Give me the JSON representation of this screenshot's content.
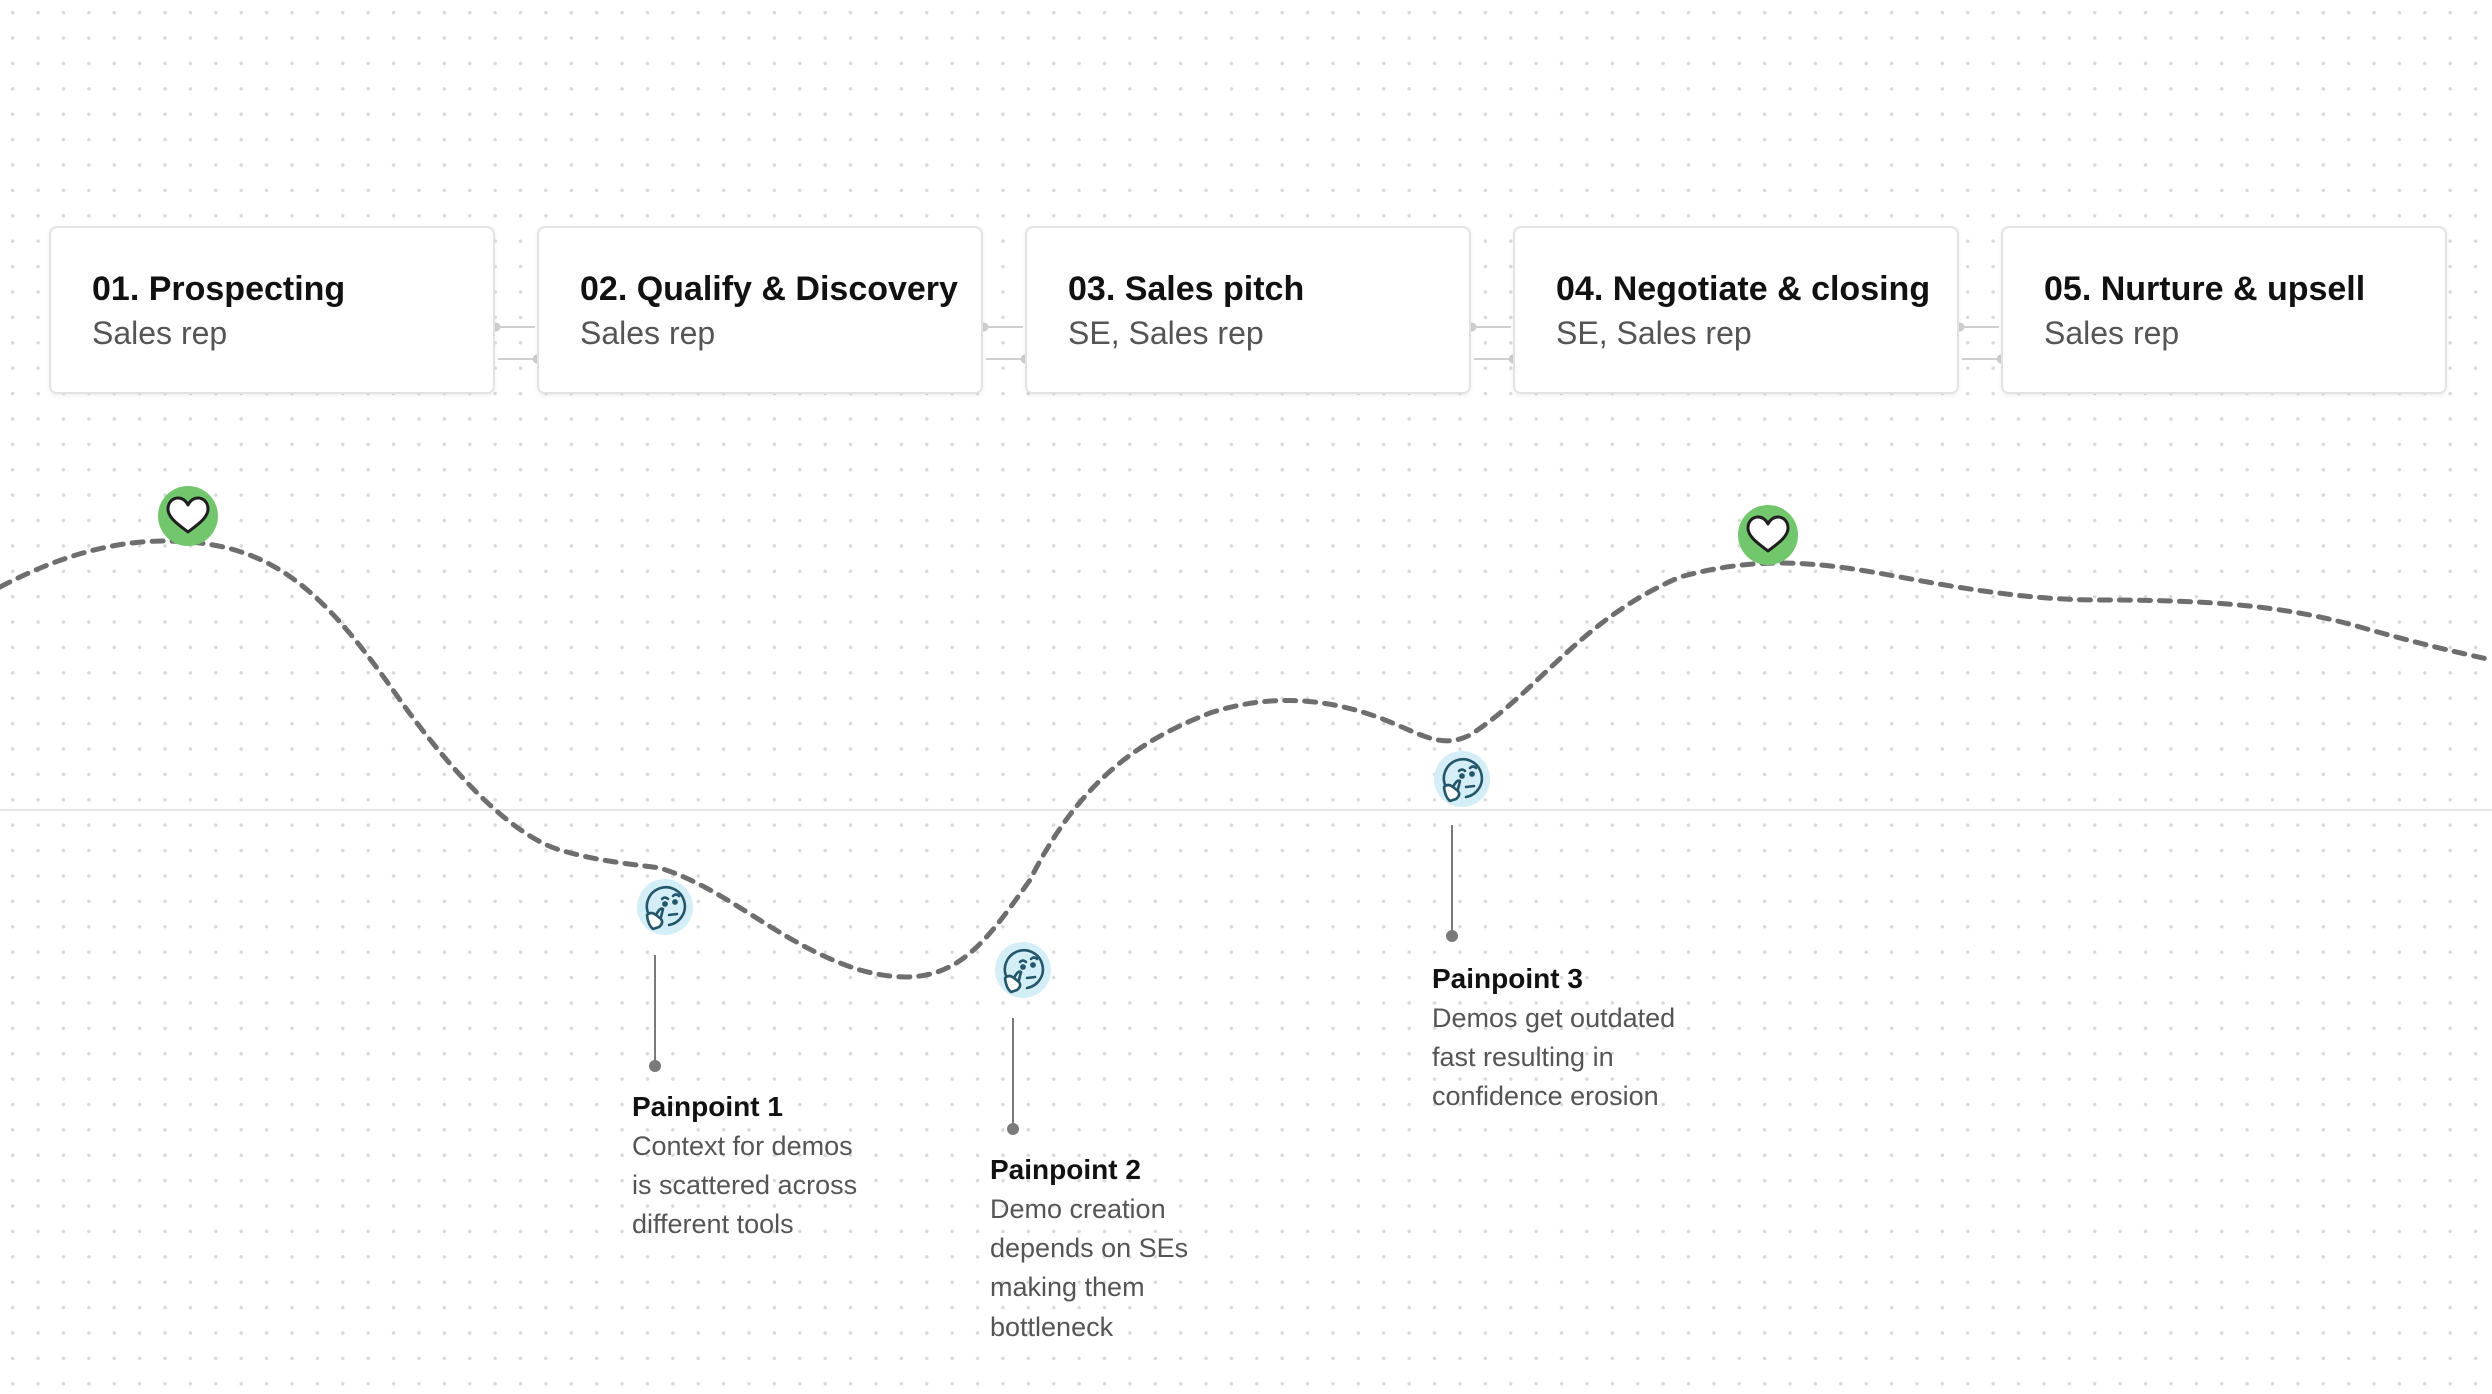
{
  "stages": [
    {
      "title": "01. Prospecting",
      "role": "Sales rep"
    },
    {
      "title": "02. Qualify & Discovery",
      "role": "Sales rep"
    },
    {
      "title": "03. Sales pitch",
      "role": "SE, Sales rep"
    },
    {
      "title": "04. Negotiate & closing",
      "role": "SE, Sales rep"
    },
    {
      "title": "05. Nurture & upsell",
      "role": "Sales rep"
    }
  ],
  "highlights": [
    {
      "icon": "heart-icon",
      "stage": "01. Prospecting"
    },
    {
      "icon": "heart-icon",
      "stage": "04. Negotiate & closing"
    }
  ],
  "painpoints": [
    {
      "icon": "thinking-face-icon",
      "title": "Painpoint 1",
      "lines": [
        "Context for demos",
        "is scattered across",
        "different tools"
      ]
    },
    {
      "icon": "thinking-face-icon",
      "title": "Painpoint 2",
      "lines": [
        "Demo creation",
        "depends on SEs",
        "making them",
        "bottleneck"
      ]
    },
    {
      "icon": "thinking-face-icon",
      "title": "Painpoint 3",
      "lines": [
        "Demos get outdated",
        "fast resulting in",
        "confidence erosion"
      ]
    }
  ],
  "colors": {
    "heart_badge": "#72c66b",
    "thinking_badge": "#d4eef7",
    "curve": "#6e6e6e",
    "connector": "#888888"
  }
}
